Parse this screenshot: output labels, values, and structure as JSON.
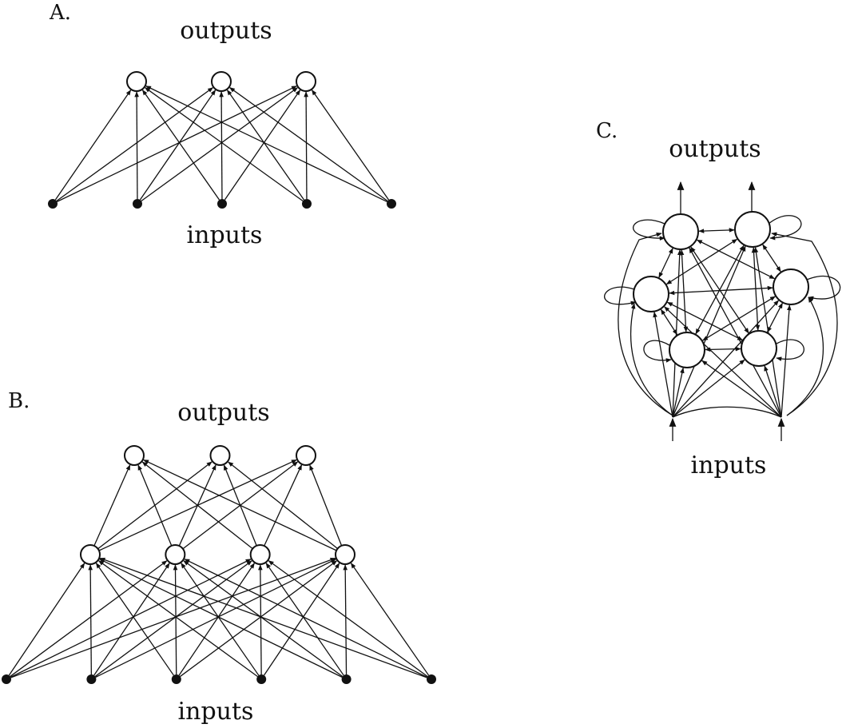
{
  "panels": [
    {
      "id": "A",
      "letter": "A.",
      "outputs_label": "outputs",
      "inputs_label": "inputs",
      "layers": [
        5,
        3
      ]
    },
    {
      "id": "B",
      "letter": "B.",
      "outputs_label": "outputs",
      "inputs_label": "inputs",
      "layers": [
        6,
        4,
        3
      ]
    },
    {
      "id": "C",
      "letter": "C.",
      "outputs_label": "outputs",
      "inputs_label": "inputs",
      "units": 6,
      "outputs": 2,
      "inputs": 2
    }
  ],
  "colors": {
    "ink": "#111111",
    "paper": "#ffffff"
  }
}
